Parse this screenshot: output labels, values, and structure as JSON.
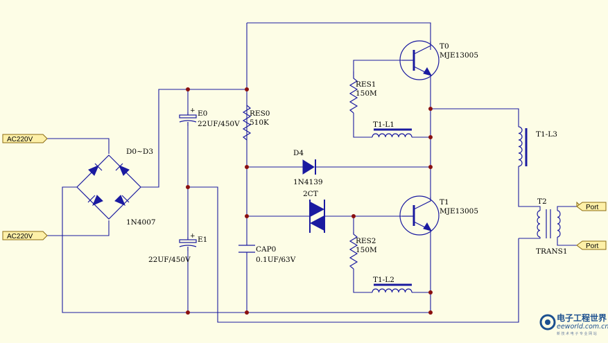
{
  "ports": {
    "ac_top": "AC220V",
    "ac_bottom": "AC220V",
    "out_top": "Port",
    "out_bottom": "Port"
  },
  "bridge": {
    "ref": "D0~D3",
    "part": "1N4007"
  },
  "e0": {
    "ref": "E0",
    "value": "22UF/450V"
  },
  "e1": {
    "ref": "E1",
    "value": "22UF/450V"
  },
  "res0": {
    "ref": "RES0",
    "value": "510K"
  },
  "cap0": {
    "ref": "CAP0",
    "value": "0.1UF/63V"
  },
  "d4": {
    "ref": "D4",
    "part": "1N4139"
  },
  "diac": {
    "ref": "2CT"
  },
  "t0": {
    "ref": "T0",
    "part": "MJE13005"
  },
  "t1": {
    "ref": "T1",
    "part": "MJE13005"
  },
  "res1": {
    "ref": "RES1",
    "value": "150M"
  },
  "res2": {
    "ref": "RES2",
    "value": "150M"
  },
  "l1": {
    "ref": "T1-L1"
  },
  "l2": {
    "ref": "T1-L2"
  },
  "l3": {
    "ref": "T1-L3"
  },
  "t2": {
    "ref": "T2",
    "part": "TRANS1"
  },
  "watermark": {
    "cn": "电子工程世界",
    "en": "eeworld.com.cn",
    "sub": "新 技 术 电 子 专 业 网 站"
  },
  "colors": {
    "wire": "#1a1aa0",
    "junction": "#8a1010",
    "port_fill": "#fdf0a8",
    "background": "#fdfde6"
  },
  "icons": {
    "watermark_logo": "eeworld-logo-icon"
  }
}
